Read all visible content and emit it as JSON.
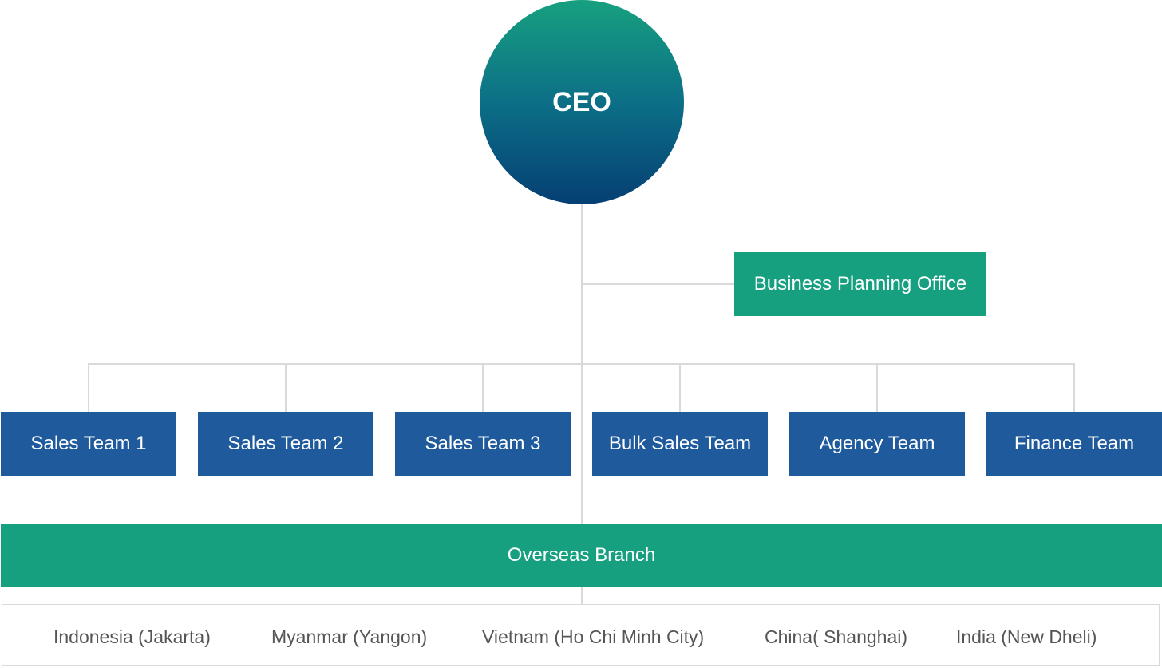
{
  "ceo": {
    "label": "CEO"
  },
  "staff": {
    "label": "Business Planning Office"
  },
  "teams": [
    {
      "label": "Sales Team 1"
    },
    {
      "label": "Sales Team 2"
    },
    {
      "label": "Sales Team 3"
    },
    {
      "label": "Bulk Sales Team"
    },
    {
      "label": "Agency Team"
    },
    {
      "label": "Finance Team"
    }
  ],
  "overseas": {
    "label": "Overseas Branch",
    "branches": [
      {
        "label": "Indonesia (Jakarta)"
      },
      {
        "label": "Myanmar (Yangon)"
      },
      {
        "label": "Vietnam (Ho Chi Minh City)"
      },
      {
        "label": "China( Shanghai)"
      },
      {
        "label": "India (New Dheli)"
      }
    ]
  },
  "colors": {
    "team_blue": "#1e5a9c",
    "accent_green": "#17a07f",
    "ceo_gradient_top": "#17a07f",
    "ceo_gradient_bottom": "#053f73",
    "connector_gray": "#d9d9d9"
  }
}
